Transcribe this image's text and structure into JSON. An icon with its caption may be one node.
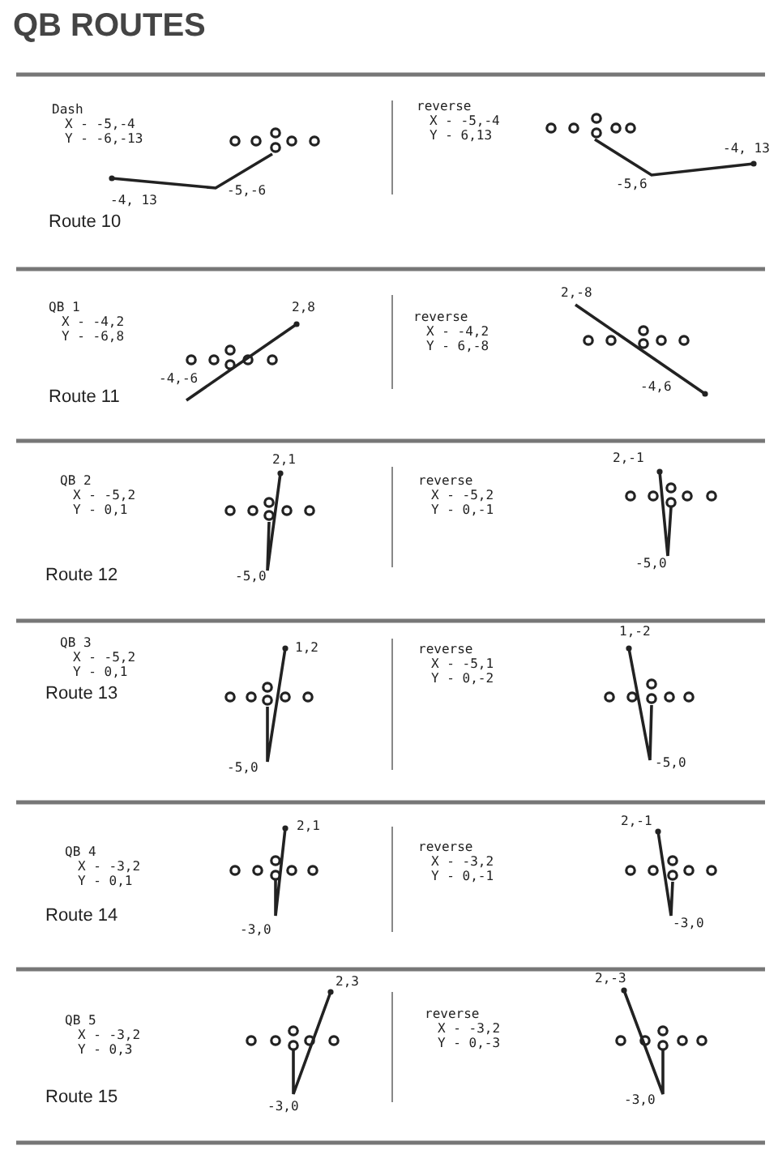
{
  "diagram": {
    "title": "QB ROUTES",
    "labels": [
      "Dash",
      "X - -5,-4",
      "Y - -6,-13",
      "-4, 13",
      "-5,-6",
      "Route 10",
      "reverse",
      "X - -5,-4",
      "Y - 6,13",
      "-4, 13",
      "-5,6",
      "QB 1",
      "X - -4,2",
      "Y - -6,8",
      "2,8",
      "-4,-6",
      "Route 11",
      "reverse",
      "X - -4,2",
      "Y - 6,-8",
      "2,-8",
      "-4,6",
      "QB 2",
      "X - -5,2",
      "Y - 0,1",
      "2,1",
      "-5,0",
      "Route 12",
      "reverse",
      "X - -5,2",
      "Y - 0,-1",
      "2,-1",
      "-5,0",
      "QB 3",
      "X - -5,2",
      "Y - 0,1",
      "1,2",
      "-5,0",
      "Route 13",
      "reverse",
      "X - -5,1",
      "Y - 0,-2",
      "1,-2",
      "-5,0",
      "QB 4",
      "X - -3,2",
      "Y - 0,1",
      "2,1",
      "-3,0",
      "Route 14",
      "reverse",
      "X - -3,2",
      "Y - 0,-1",
      "2,-1",
      "-3,0",
      "QB 5",
      "X - -3,2",
      "Y - 0,3",
      "2,3",
      "-3,0",
      "Route 15",
      "reverse",
      "X - -3,2",
      "Y - 0,-3",
      "2,-3",
      "-3,0"
    ]
  }
}
